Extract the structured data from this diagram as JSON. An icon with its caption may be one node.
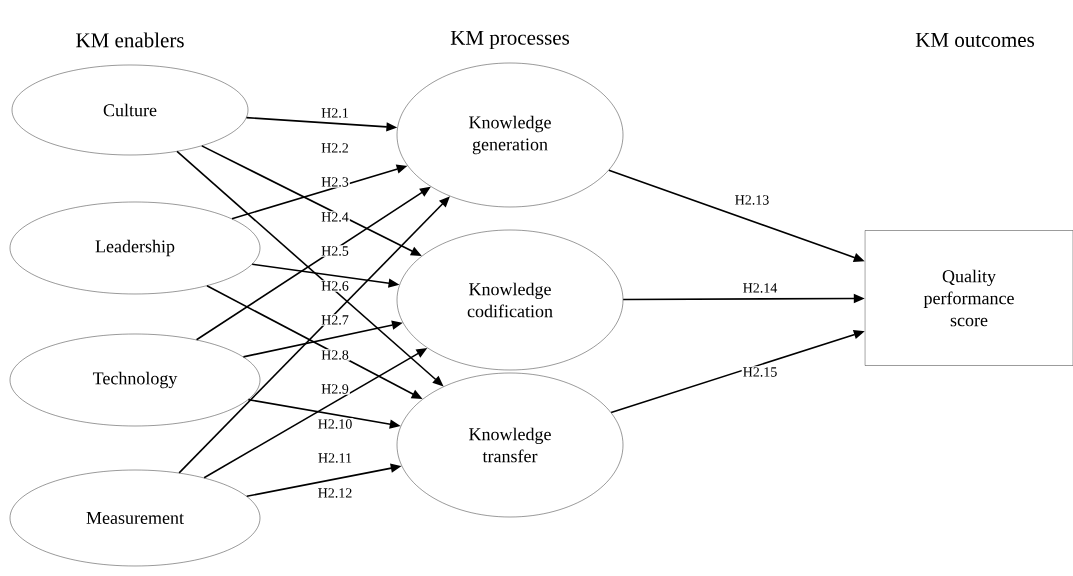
{
  "diagram": {
    "nodes": [
      {
        "text": [
          "Culture"
        ]
      },
      {
        "text": [
          "Leadership"
        ]
      },
      {
        "text": [
          "Technology"
        ]
      },
      {
        "text": [
          "Measurement"
        ]
      },
      {
        "text": [
          "Knowledge generation"
        ]
      },
      {
        "text": [
          "Knowledge codification"
        ]
      },
      {
        "text": [
          "Knowledge transfer"
        ]
      },
      {
        "text": [
          "Quality performance score"
        ]
      }
    ],
    "edges": [
      {
        "from": 0,
        "to": 4,
        "arrow": "to"
      },
      {
        "from": 0,
        "to": 5,
        "arrow": "to"
      },
      {
        "from": 0,
        "to": 6,
        "arrow": "to"
      },
      {
        "from": 1,
        "to": 4,
        "arrow": "to"
      },
      {
        "from": 1,
        "to": 5,
        "arrow": "to"
      },
      {
        "from": 1,
        "to": 6,
        "arrow": "to"
      },
      {
        "from": 2,
        "to": 4,
        "arrow": "to"
      },
      {
        "from": 2,
        "to": 5,
        "arrow": "to"
      },
      {
        "from": 2,
        "to": 6,
        "arrow": "to"
      },
      {
        "from": 3,
        "to": 4,
        "arrow": "to"
      },
      {
        "from": 3,
        "to": 5,
        "arrow": "to"
      },
      {
        "from": 3,
        "to": 6,
        "arrow": "to"
      },
      {
        "from": 4,
        "to": 7,
        "arrow": "to",
        "label": "H2.13"
      },
      {
        "from": 5,
        "to": 7,
        "arrow": "to",
        "label": "H2.14"
      },
      {
        "from": 6,
        "to": 7,
        "arrow": "to",
        "label": "H2.15"
      }
    ],
    "labels": [
      "KM enablers",
      "KM processes",
      "KM outcomes",
      "H2.1",
      "H2.2",
      "H2.3",
      "H2.4",
      "H2.5",
      "H2.6",
      "H2.7",
      "H2.8",
      "H2.9",
      "H2.10",
      "H2.11",
      "H2.12"
    ]
  }
}
